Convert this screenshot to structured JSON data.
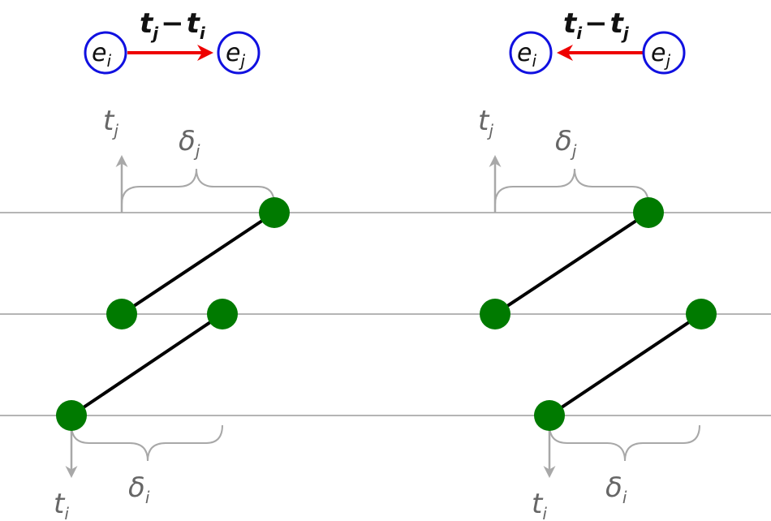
{
  "colors": {
    "node_stroke": "#1010e0",
    "edge_red": "#ee0000",
    "event_green": "#007a00",
    "timeline_gray": "#b5b5b5",
    "link_black": "#000000",
    "annotation_gray": "#a8a8a8",
    "annotation_text": "#666666"
  },
  "panels": [
    {
      "id": "left",
      "graph": {
        "node_a": {
          "base": "e",
          "sub": "i"
        },
        "node_b": {
          "base": "e",
          "sub": "j"
        },
        "arrow_direction": "a-to-b",
        "label": {
          "base1": "t",
          "sub1": "j",
          "op": "−",
          "base2": "t",
          "sub2": "i"
        }
      },
      "top_axis": {
        "base": "t",
        "sub": "j",
        "direction": "up"
      },
      "top_gap": {
        "base": "δ",
        "sub": "j"
      },
      "bottom_axis": {
        "base": "t",
        "sub": "i",
        "direction": "down"
      },
      "bottom_gap": {
        "base": "δ",
        "sub": "i"
      }
    },
    {
      "id": "right",
      "graph": {
        "node_a": {
          "base": "e",
          "sub": "i"
        },
        "node_b": {
          "base": "e",
          "sub": "j"
        },
        "arrow_direction": "b-to-a",
        "label": {
          "base1": "t",
          "sub1": "i",
          "op": "−",
          "base2": "t",
          "sub2": "j"
        }
      },
      "top_axis": {
        "base": "t",
        "sub": "j",
        "direction": "up"
      },
      "top_gap": {
        "base": "δ",
        "sub": "j"
      },
      "bottom_axis": {
        "base": "t",
        "sub": "i",
        "direction": "down"
      },
      "bottom_gap": {
        "base": "δ",
        "sub": "i"
      }
    }
  ]
}
